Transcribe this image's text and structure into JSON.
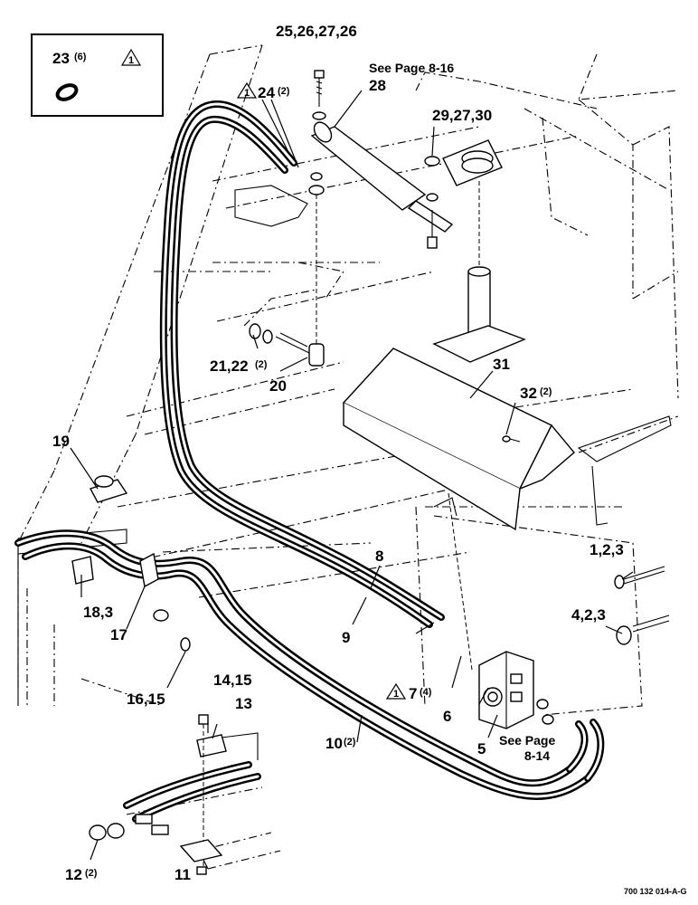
{
  "callouts": {
    "c23": "23",
    "c23q": "(6)",
    "c23n": "1",
    "c25": "25,26,27,26",
    "c24n": "1",
    "c24": "24",
    "c24q": "(2)",
    "c28": "28",
    "c29": "29,27,30",
    "c21": "21,22",
    "c21q": "(2)",
    "c20": "20",
    "c31": "31",
    "c32": "32",
    "c32q": "(2)",
    "c19": "19",
    "c8": "8",
    "c1": "1,2,3",
    "c18": "18,3",
    "c17": "17",
    "c9": "9",
    "c4": "4,2,3",
    "c16": "16,15",
    "c14": "14,15",
    "c13": "13",
    "c7n": "1",
    "c7": "7",
    "c7q": "(4)",
    "c6": "6",
    "c10": "10",
    "c10q": "(2)",
    "c5": "5",
    "c12": "12",
    "c12q": "(2)",
    "c11": "11"
  },
  "notes": {
    "see816": "See Page 8-16",
    "see814a": "See Page",
    "see814b": "8-14"
  },
  "figure_number": "700 132 014-A-G",
  "icons": {
    "revision_triangle": "triangle-note-icon",
    "o_ring": "o-ring-icon"
  }
}
